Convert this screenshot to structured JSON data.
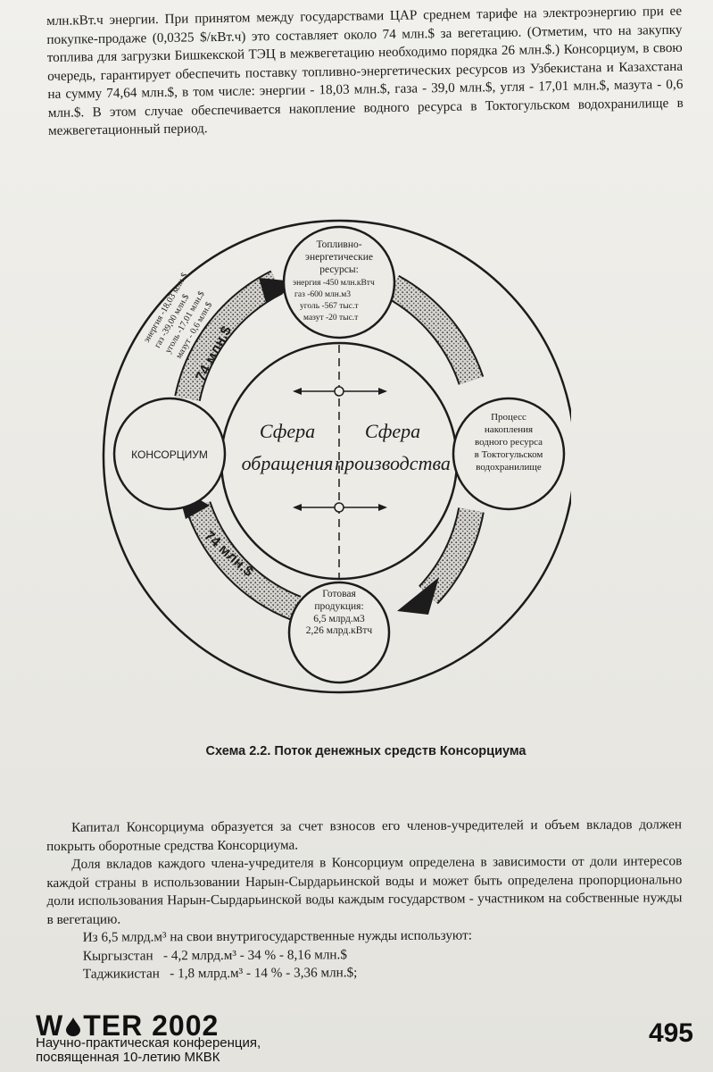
{
  "document": {
    "intro_paragraph": "млн.кВт.ч энергии. При принятом между государствами ЦАР среднем тарифе на электроэнергию при ее покупке-продаже (0,0325 $/кВт.ч) это составляет около 74 млн.$ за вегетацию. (Отметим, что на закупку топлива для загрузки Бишкекской ТЭЦ в межвегетацию необходимо порядка 26 млн.$.) Консорциум, в свою очередь, гарантирует обеспечить поставку топливно-энергетических ресурсов из Узбекистана и Казахстана на сумму 74,64 млн.$, в том числе: энергии - 18,03 млн.$, газа - 39,0 млн.$, угля - 17,01 млн.$, мазута - 0,6 млн.$. В этом случае обеспечивается накопление водного ресурса в Токтогульском водохранилище в межвегетационный период."
  },
  "diagram": {
    "top_node": {
      "title": [
        "Топливно-",
        "энергетические",
        "ресурсы:"
      ],
      "items": [
        "энергия -450 млн.кВтч",
        "газ -600 млн.м3",
        "уголь -567 тыс.т",
        "мазут -20 тыс.т"
      ]
    },
    "left_node": {
      "label": "КОНСОРЦИУМ"
    },
    "right_node": {
      "lines": [
        "Процесс",
        "накопления",
        "водного ресурса",
        "в Токтогульском",
        "водохранилище"
      ]
    },
    "bottom_node": {
      "lines": [
        "Готовая",
        "продукция:",
        "6,5 млрд.м3",
        "2,26 млрд.кВтч"
      ]
    },
    "center": {
      "left_sphere": [
        "Сфера",
        "обращения"
      ],
      "right_sphere": [
        "Сфера",
        "производства"
      ]
    },
    "arrow_top_label": "74 млн.$",
    "arrow_bottom_label": "74 млн.$",
    "money_breakdown": [
      "энергия -18,03 млн.$",
      "газ -39,00 млн.$",
      "уголь -17,01 млн.$",
      "мазут - 0,6 млн.$"
    ]
  },
  "caption": "Схема 2.2. Поток денежных средств Консорциума",
  "body": {
    "p1": "Капитал Консорциума образуется за счет взносов его членов-учредителей и объем вкладов должен покрыть оборотные средства Консорциума.",
    "p2": "Доля вкладов каждого члена-учредителя в Консорциум определена в зависимости от доли интересов каждой страны в использовании Нарын-Сырдарьинской воды и может быть определена пропорционально доли использования Нарын-Сырдарьинской воды каждым государством - участником на собственные нужды в вегетацию.",
    "usage_intro": "Из 6,5 млрд.м³ на свои внутригосударственные нужды используют:",
    "countries": [
      {
        "name": "Кыргызстан",
        "detail": "- 4,2 млрд.м³ - 34 % - 8,16 млн.$"
      },
      {
        "name": "Таджикистан",
        "detail": "- 1,8 млрд.м³ - 14 % - 3,36 млн.$;"
      }
    ]
  },
  "footer": {
    "logo_left": "W",
    "logo_right": "TER 2002",
    "subtitle_line1": "Научно-практическая конференция,",
    "subtitle_line2": "посвященная 10-летию МКВК",
    "page_number": "495"
  }
}
